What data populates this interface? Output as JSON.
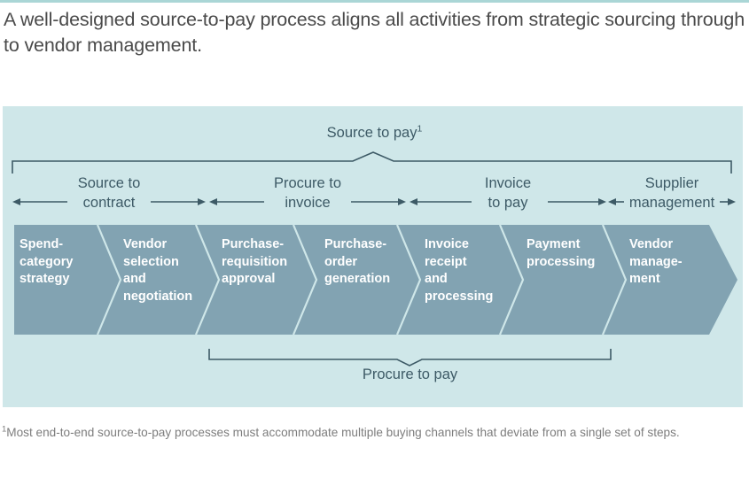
{
  "headline": "A well-designed source-to-pay process aligns all activities from strategic sourcing through to vendor management.",
  "colors": {
    "top_rule": "#aad6d6",
    "panel_bg": "#cfe7e9",
    "chevron_fill": "#82a3b2",
    "chevron_divider": "#cfe7e9",
    "bracket_line": "#3d5a66",
    "headline_text": "#4a4a4a",
    "label_text": "#3d5a66",
    "chevron_text": "#ffffff",
    "footnote_text": "#7d7d7d"
  },
  "diagram": {
    "top_bracket": {
      "label": "Source to pay",
      "footnote_marker": "1"
    },
    "phases": [
      {
        "label": "Source to\ncontract"
      },
      {
        "label": "Procure to\ninvoice"
      },
      {
        "label": "Invoice\nto pay"
      },
      {
        "label": "Supplier\nmanagement"
      }
    ],
    "steps": [
      {
        "label": "Spend-\ncategory\nstrategy"
      },
      {
        "label": "Vendor\nselection\nand\nnegotiation"
      },
      {
        "label": "Purchase-\nrequisition\napproval"
      },
      {
        "label": "Purchase-\norder\ngeneration"
      },
      {
        "label": "Invoice\nreceipt\nand\nprocessing"
      },
      {
        "label": "Payment\nprocessing"
      },
      {
        "label": "Vendor\nmanage-\nment"
      }
    ],
    "bottom_bracket": {
      "label": "Procure to pay"
    }
  },
  "footnote": {
    "marker": "1",
    "text": "Most end-to-end source-to-pay processes must accommodate multiple buying channels that deviate from a single set of steps."
  }
}
